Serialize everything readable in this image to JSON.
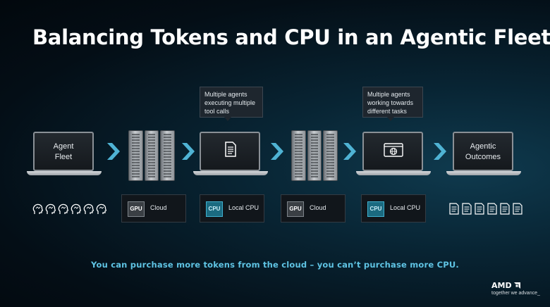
{
  "slide": {
    "title": "Balancing Tokens and CPU in an Agentic Fleet",
    "footer": "You can purchase more tokens from the cloud – you can’t purchase more CPU."
  },
  "stages": {
    "agent_fleet": {
      "label_line1": "Agent",
      "label_line2": "Fleet",
      "icon": "laptop-icon"
    },
    "cloud_server_1": {
      "icon": "server-rack-icon"
    },
    "local_laptop_1": {
      "icon": "document-icon"
    },
    "cloud_server_2": {
      "icon": "server-rack-icon"
    },
    "local_laptop_2": {
      "icon": "globe-browser-icon"
    },
    "agentic_outcomes": {
      "label_line1": "Agentic",
      "label_line2": "Outcomes",
      "icon": "laptop-icon"
    }
  },
  "callouts": [
    {
      "lines": [
        "Multiple agents",
        "executing multiple",
        "tool calls"
      ]
    },
    {
      "lines": [
        "Multiple agents",
        "working towards",
        "different tasks"
      ]
    }
  ],
  "resources": [
    {
      "chip": "GPU",
      "label": "Cloud"
    },
    {
      "chip": "CPU",
      "label": "Local CPU"
    },
    {
      "chip": "GPU",
      "label": "Cloud"
    },
    {
      "chip": "CPU",
      "label": "Local CPU"
    }
  ],
  "icons": {
    "agent_heads": 6,
    "outcome_documents": 6,
    "arrows": 5
  },
  "colors": {
    "accent_cyan": "#5fc4e4",
    "arrow": "#4fb3d4",
    "cpu_chip": "#1b6a80",
    "gpu_chip": "#3a3f44"
  },
  "brand": {
    "logo": "AMD",
    "tagline": "together we advance_"
  }
}
